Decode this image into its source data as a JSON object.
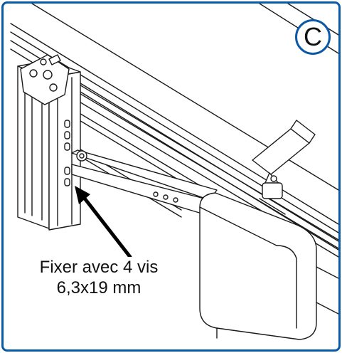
{
  "panel": {
    "label": "C"
  },
  "callout": {
    "line1": "Fixer avec 4 vis",
    "line2": "6,3x19 mm"
  },
  "colors": {
    "frame": "#0a5aa8",
    "line": "#1a1a1a",
    "callout_text": "#111111"
  },
  "icons": {
    "pointer": "arrow-icon"
  }
}
